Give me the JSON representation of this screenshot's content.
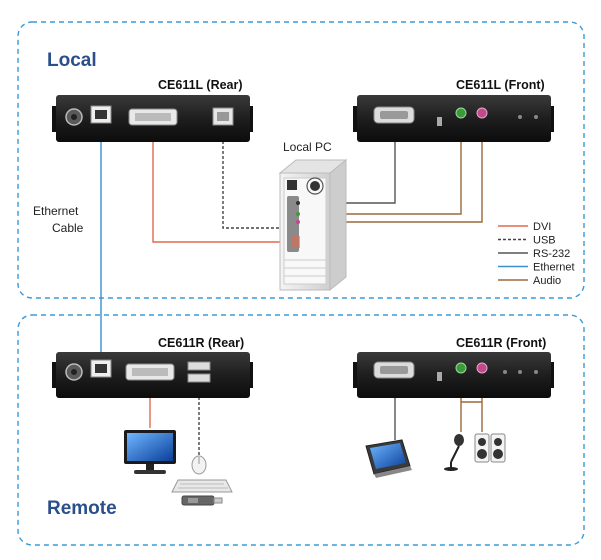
{
  "zones": {
    "local": "Local",
    "remote": "Remote"
  },
  "devices": {
    "local_rear": "CE611L (Rear)",
    "local_front": "CE611L (Front)",
    "remote_rear": "CE611R (Rear)",
    "remote_front": "CE611R (Front)",
    "local_pc": "Local PC"
  },
  "ethernet_cable": {
    "line1": "Ethernet",
    "line2": "Cable"
  },
  "legend": {
    "items": [
      {
        "label": "DVI",
        "color": "#e06a4e",
        "style": "solid"
      },
      {
        "label": "USB",
        "color": "#444444",
        "style": "dashed"
      },
      {
        "label": "RS-232",
        "color": "#555555",
        "style": "solid"
      },
      {
        "label": "Ethernet",
        "color": "#3a8fd0",
        "style": "solid"
      },
      {
        "label": "Audio",
        "color": "#9a6a3a",
        "style": "solid"
      }
    ]
  },
  "colors": {
    "zone_border": "#3a9ad8",
    "zone_title": "#2a4f8a",
    "device_body": "#1c1c1c"
  }
}
